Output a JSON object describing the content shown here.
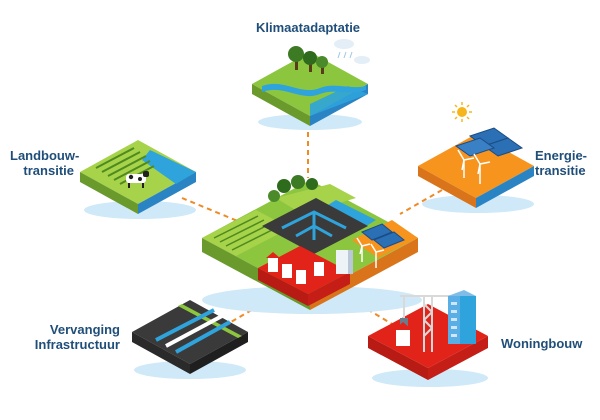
{
  "labels": {
    "klimaat": "Klimaatadaptatie",
    "landbouw_line1": "Landbouw-",
    "landbouw_line2": "transitie",
    "energie_line1": "Energie-",
    "energie_line2": "transitie",
    "vervanging_line1": "Vervanging",
    "vervanging_line2": "Infrastructuur",
    "woningbouw": "Woningbouw"
  },
  "colors": {
    "label_text": "#1f4e79",
    "connector": "#f08a24",
    "water": "#2fa3dc",
    "grass": "#8cc63f",
    "energy": "#f7941d",
    "housing": "#e2231a",
    "infra": "#333333"
  },
  "icons": [
    "tree-icon",
    "cow-icon",
    "solar-panel-icon",
    "wind-turbine-icon",
    "sun-icon",
    "crane-icon",
    "cloud-rain-icon",
    "pipe-icon",
    "house-icon",
    "building-icon"
  ]
}
